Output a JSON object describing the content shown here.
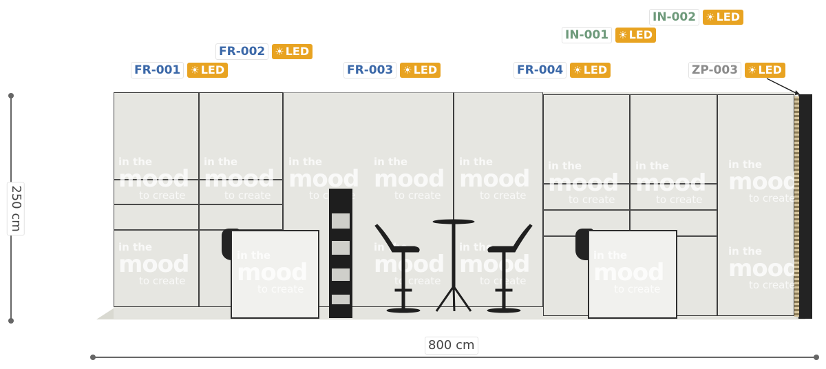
{
  "dimensions": {
    "height_label": "250 cm",
    "width_label": "800 cm"
  },
  "led_label": "LED",
  "watermark": {
    "line1": "in the",
    "line2": "mood",
    "line3": "to create"
  },
  "fixtures": [
    {
      "code": "FR-001",
      "color": "#3b68a8"
    },
    {
      "code": "FR-002",
      "color": "#3b68a8"
    },
    {
      "code": "FR-003",
      "color": "#3b68a8"
    },
    {
      "code": "FR-004",
      "color": "#3b68a8"
    },
    {
      "code": "IN-001",
      "color": "#6e9a7b"
    },
    {
      "code": "IN-002",
      "color": "#6e9a7b"
    },
    {
      "code": "ZP-003",
      "color": "#8b8b8b"
    }
  ],
  "colors": {
    "led_badge": "#e8a321",
    "wall": "#e4e4df",
    "frame": "#3d3d3d"
  }
}
